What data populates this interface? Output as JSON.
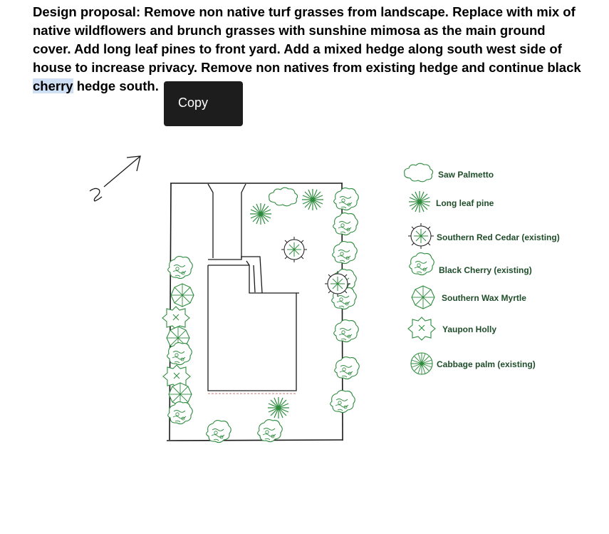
{
  "proposal": {
    "before_selection": "Design proposal: Remove non native turf grasses from landscape. Replace with mix of native wildflowers and brunch grasses with sunshine mimosa as the main ground cover. Add long leaf pines to front yard. Add a mixed hedge along south west side of house to increase privacy. Remove non natives from existing hedge and continue black ",
    "selection": "cherry",
    "after_selection": " hedge south."
  },
  "popup": {
    "copy_label": "Copy"
  },
  "legend": {
    "items": [
      {
        "label": "Saw Palmetto",
        "icon": "saw-palmetto-icon"
      },
      {
        "label": "Long leaf pine",
        "icon": "long-leaf-pine-icon"
      },
      {
        "label": "Southern Red Cedar (existing)",
        "icon": "southern-red-cedar-icon"
      },
      {
        "label": "Black Cherry (existing)",
        "icon": "black-cherry-icon"
      },
      {
        "label": "Southern Wax Myrtle",
        "icon": "southern-wax-myrtle-icon"
      },
      {
        "label": "Yaupon Holly",
        "icon": "yaupon-holly-icon"
      },
      {
        "label": "Cabbage palm (existing)",
        "icon": "cabbage-palm-icon"
      }
    ]
  },
  "colors": {
    "plant": "#2e8b3e",
    "ink": "#1a1a1a",
    "popup_bg": "#1d1d1d",
    "selection": "#cfe0f5"
  }
}
